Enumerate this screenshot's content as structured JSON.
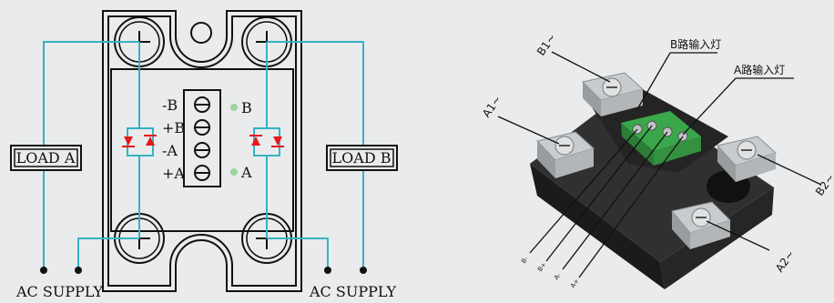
{
  "schematic": {
    "load_a": "LOAD A",
    "load_b": "LOAD B",
    "supply_left": "AC SUPPLY",
    "supply_right": "AC SUPPLY",
    "terminal_labels": [
      "-B",
      "+B",
      "-A",
      "+A"
    ],
    "led_b": "B",
    "led_a": "A",
    "wire_color": "#35b3c4",
    "led_color": "#9ed3a0",
    "diode_color": "#e8161b"
  },
  "photo": {
    "b1": "B1~",
    "a1": "A1~",
    "a2": "A2~",
    "b2": "B2~",
    "b_indicator": "B路输入灯",
    "a_indicator": "A路输入灯",
    "pin_labels": [
      "B-",
      "B+",
      "A-",
      "A+"
    ],
    "connector_color": "#3aa84a"
  }
}
